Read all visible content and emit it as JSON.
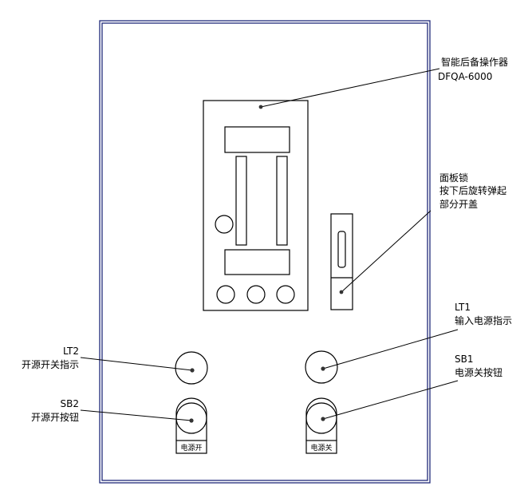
{
  "labels": {
    "controller_name": "智能后备操作器",
    "controller_model": "DFQA-6000",
    "lock_line1": "面板锁",
    "lock_line2": "按下后旋转弹起",
    "lock_line3": "部分开盖",
    "lt1_code": "LT1",
    "lt1_desc": "输入电源指示",
    "sb1_code": "SB1",
    "sb1_desc": "电源关按钮",
    "lt2_code": "LT2",
    "lt2_desc": "开源开关指示",
    "sb2_code": "SB2",
    "sb2_desc": "开源开按钮",
    "sb2_plate": "电源开",
    "sb1_plate": "电源关"
  },
  "colors": {
    "frame": "#1f2a7a",
    "line": "#000000"
  }
}
